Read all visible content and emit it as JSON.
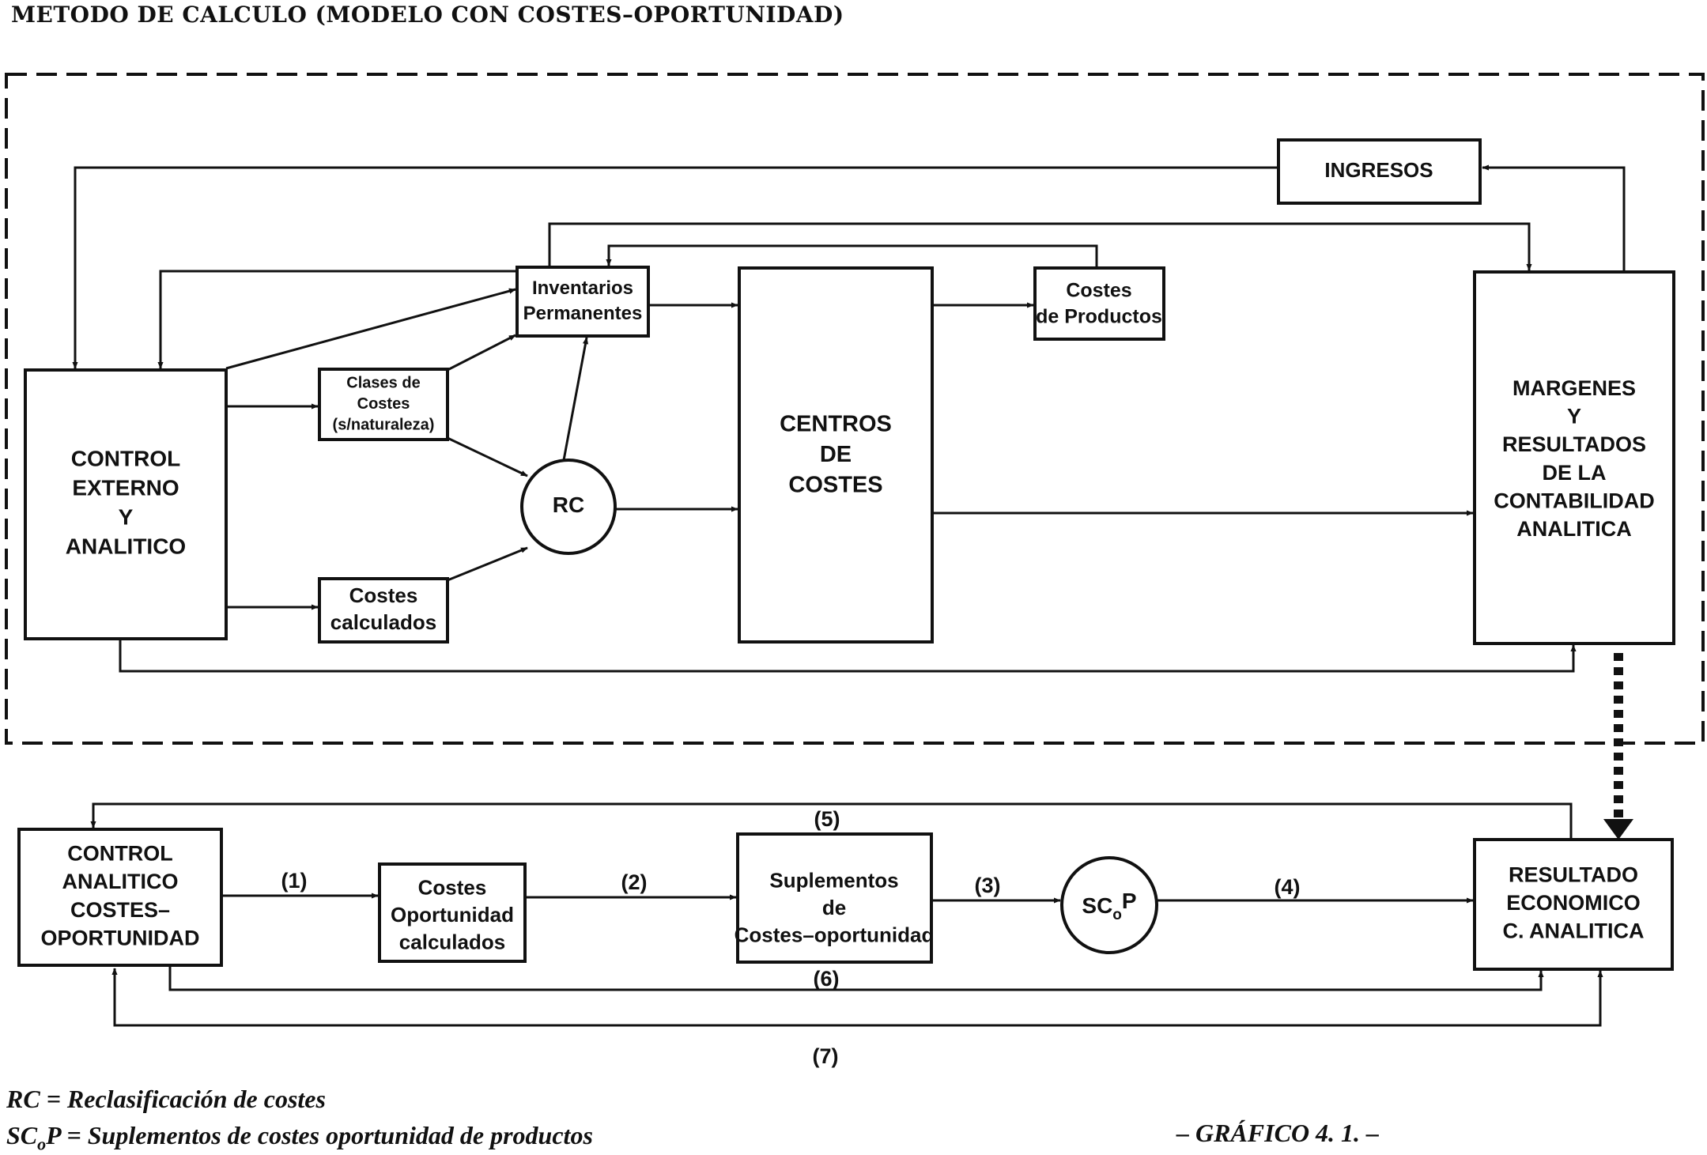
{
  "title": "METODO DE CALCULO (MODELO CON COSTES–OPORTUNIDAD)",
  "nodes": {
    "ingresos": [
      "INGRESOS"
    ],
    "control_externo": [
      "CONTROL",
      "EXTERNO",
      "Y",
      "ANALITICO"
    ],
    "inventarios": [
      "Inventarios",
      "Permanentes"
    ],
    "clases_costes": [
      "Clases de",
      "Costes",
      "(s/naturaleza)"
    ],
    "costes_calculados": [
      "Costes",
      "calculados"
    ],
    "rc": [
      "RC"
    ],
    "centros_costes": [
      "CENTROS",
      "DE",
      "COSTES"
    ],
    "costes_productos": [
      "Costes",
      "de Productos"
    ],
    "margenes": [
      "MARGENES",
      "Y",
      "RESULTADOS",
      "DE LA",
      "CONTABILIDAD",
      "ANALITICA"
    ],
    "control_analitico": [
      "CONTROL",
      "ANALITICO",
      "COSTES–",
      "OPORTUNIDAD"
    ],
    "costes_oportunidad": [
      "Costes",
      "Oportunidad",
      "calculados"
    ],
    "suplementos": [
      "Suplementos",
      "de",
      "Costes–oportunidad"
    ],
    "scop": {
      "main": "SC",
      "sub": "o",
      "tail": "P"
    },
    "resultado": [
      "RESULTADO",
      "ECONOMICO",
      "C. ANALITICA"
    ]
  },
  "edge_labels": {
    "e1": "(1)",
    "e2": "(2)",
    "e3": "(3)",
    "e4": "(4)",
    "e5": "(5)",
    "e6": "(6)",
    "e7": "(7)"
  },
  "legend": {
    "rc_key": "RC",
    "rc_text": "= Reclasificación de costes",
    "scop_key_main": "SC",
    "scop_key_sub": "o",
    "scop_key_tail": "P",
    "scop_text": "= Suplementos de costes oportunidad de productos"
  },
  "figure_caption": "– GRÁFICO 4. 1. –"
}
